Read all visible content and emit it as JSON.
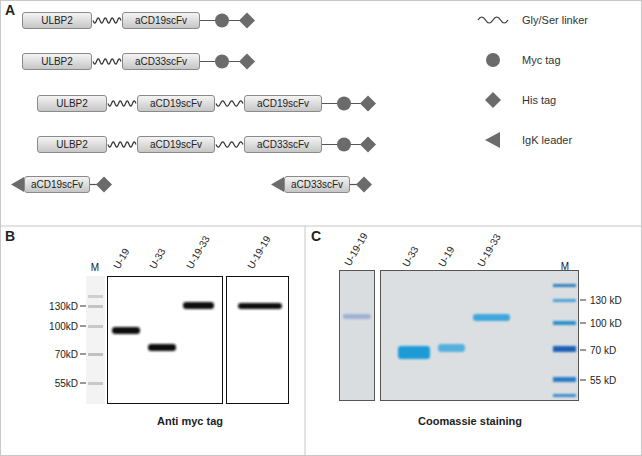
{
  "diagram": {
    "nodes": [
      {
        "text": [
          "ULBP2"
        ]
      },
      {
        "text": [
          "aCD19scFv"
        ]
      },
      {
        "text": [
          "ULBP2"
        ]
      },
      {
        "text": [
          "aCD33scFv"
        ]
      },
      {
        "text": [
          "ULBP2"
        ]
      },
      {
        "text": [
          "aCD19scFv"
        ]
      },
      {
        "text": [
          "aCD19scFv"
        ]
      },
      {
        "text": [
          "ULBP2"
        ]
      },
      {
        "text": [
          "aCD19scFv"
        ]
      },
      {
        "text": [
          "aCD33scFv"
        ]
      },
      {
        "text": [
          "aCD19scFv"
        ]
      },
      {
        "text": [
          "aCD33scFv"
        ]
      }
    ],
    "edges": [
      {
        "from": 0,
        "to": 1,
        "arrow": "none"
      },
      {
        "from": 2,
        "to": 3,
        "arrow": "none"
      },
      {
        "from": 4,
        "to": 5,
        "arrow": "none"
      },
      {
        "from": 5,
        "to": 6,
        "arrow": "none"
      },
      {
        "from": 7,
        "to": 8,
        "arrow": "none"
      },
      {
        "from": 8,
        "to": 9,
        "arrow": "none"
      }
    ],
    "labels": [
      "A",
      "B",
      "C",
      "M",
      "U-19",
      "U-33",
      "U-19-33",
      "U-19-19",
      "130kD",
      "100kD",
      "70kD",
      "55kD",
      "Anti myc tag",
      "U-19-19",
      "U-33",
      "U-19",
      "U-19-33",
      "M",
      "130 kD",
      "100 kD",
      "70 kD",
      "55 kD",
      "Coomassie staining"
    ],
    "legend": [
      {
        "text": "Gly/Ser linker"
      },
      {
        "text": "Myc tag"
      },
      {
        "text": "His tag"
      },
      {
        "text": "IgK leader"
      }
    ]
  }
}
